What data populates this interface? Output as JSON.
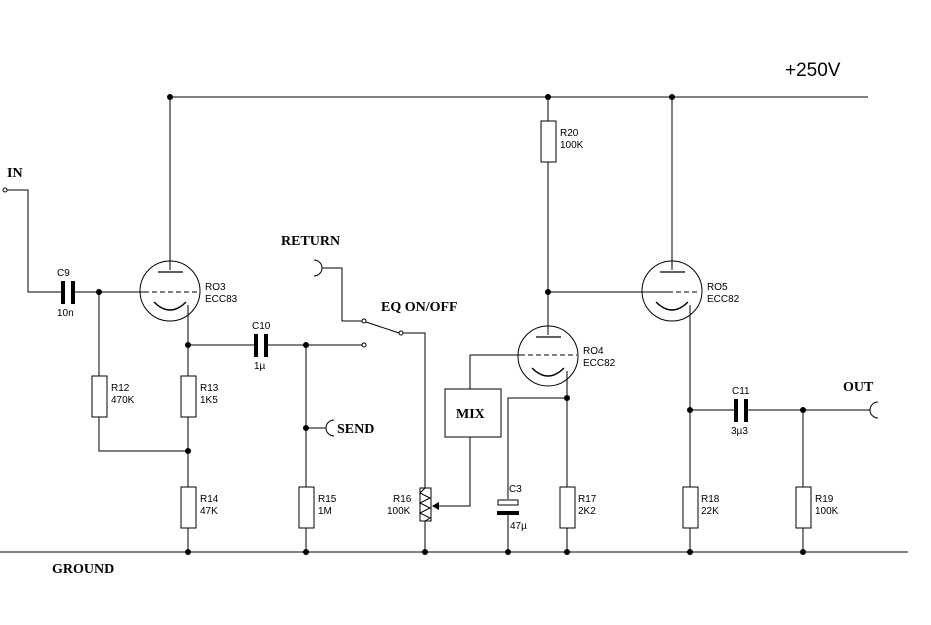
{
  "supply_label": "+250V",
  "ground_label": "GROUND",
  "in_label": "IN",
  "out_label": "OUT",
  "return_label": "RETURN",
  "send_label": "SEND",
  "switch_label": "EQ ON/OFF",
  "mix_label": "MIX",
  "tubes": {
    "ro3": {
      "name": "RO3",
      "type": "ECC83"
    },
    "ro4": {
      "name": "RO4",
      "type": "ECC82"
    },
    "ro5": {
      "name": "RO5",
      "type": "ECC82"
    }
  },
  "capacitors": {
    "c9": {
      "name": "C9",
      "value": "10n"
    },
    "c10": {
      "name": "C10",
      "value": "1µ"
    },
    "c11": {
      "name": "C11",
      "value": "3µ3"
    },
    "c3": {
      "name": "C3",
      "value": "47µ"
    }
  },
  "resistors": {
    "r12": {
      "name": "R12",
      "value": "470K"
    },
    "r13": {
      "name": "R13",
      "value": "1K5"
    },
    "r14": {
      "name": "R14",
      "value": "47K"
    },
    "r15": {
      "name": "R15",
      "value": "1M"
    },
    "r16": {
      "name": "R16",
      "value": "100K"
    },
    "r17": {
      "name": "R17",
      "value": "2K2"
    },
    "r18": {
      "name": "R18",
      "value": "22K"
    },
    "r19": {
      "name": "R19",
      "value": "100K"
    },
    "r20": {
      "name": "R20",
      "value": "100K"
    }
  }
}
